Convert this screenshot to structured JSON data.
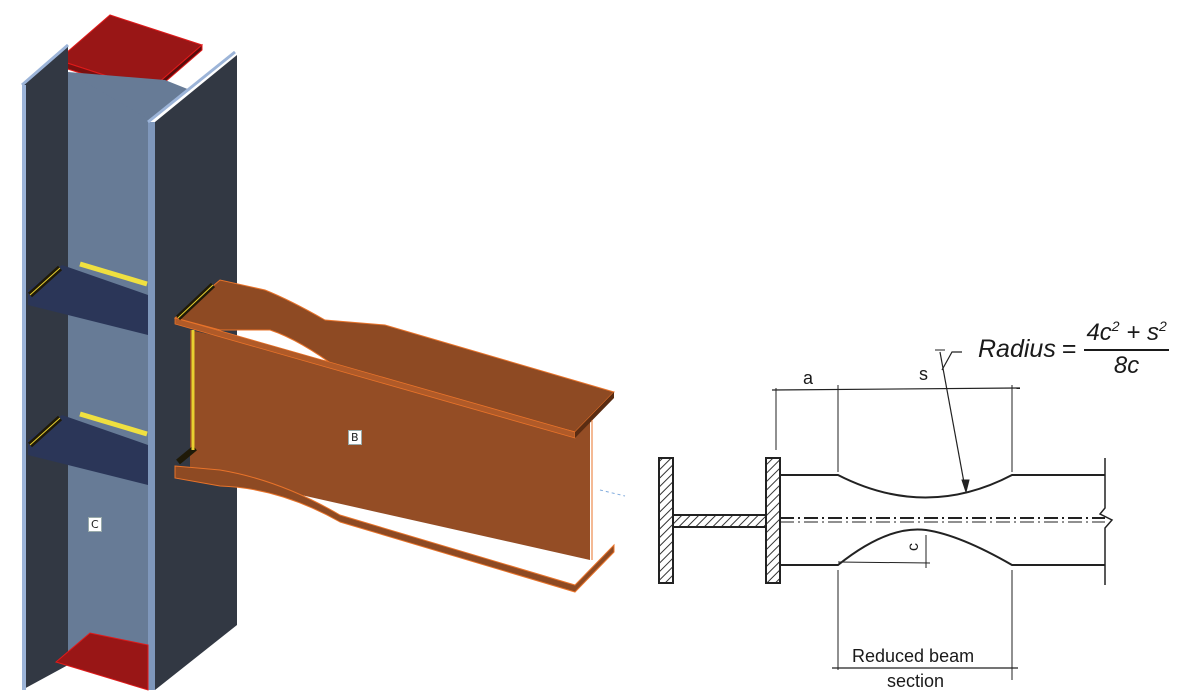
{
  "model_3d": {
    "column_label": "C",
    "beam_label": "B",
    "colors": {
      "column_flange_outer": "#323843",
      "column_web": "#677b96",
      "column_edge": "#9cb4d8",
      "cap_plate": "#991616",
      "cap_edge": "#e01a1a",
      "stiffener": "#2b3658",
      "weld": "#f0e040",
      "beam": "#944d25",
      "beam_edge": "#e8732a"
    }
  },
  "detail_drawing": {
    "dim_a": "a",
    "dim_s": "s",
    "dim_c": "c",
    "formula": {
      "lhs": "Radius",
      "equals": "=",
      "numerator_4c": "4c",
      "sup1": "2",
      "plus": "+ s",
      "sup2": "2",
      "denominator": "8c"
    },
    "reduced_label_line1": "Reduced beam",
    "reduced_label_line2": "section"
  }
}
